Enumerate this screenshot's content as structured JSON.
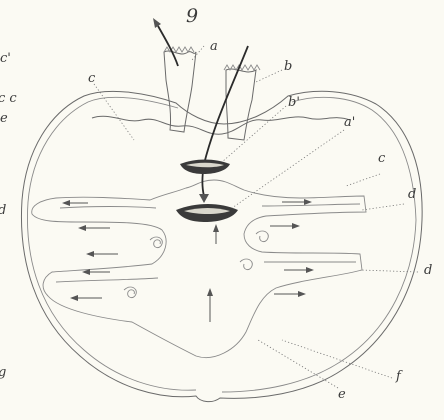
{
  "figure_number": "9",
  "labels": {
    "a": "a",
    "b": "b",
    "b_prime": "b'",
    "a_prime": "a'",
    "c_left": "c",
    "c_right": "c",
    "d_upper": "d",
    "d_lower": "d",
    "e": "e",
    "f": "f",
    "edge_upper": "c'",
    "edge_c": "c c",
    "edge_e": "e",
    "edge_d": "d",
    "edge_g": "g"
  },
  "colors": {
    "paper": "#fbfaf3",
    "ink": "#4a4a4a",
    "dark_ink": "#2b2b2b"
  }
}
